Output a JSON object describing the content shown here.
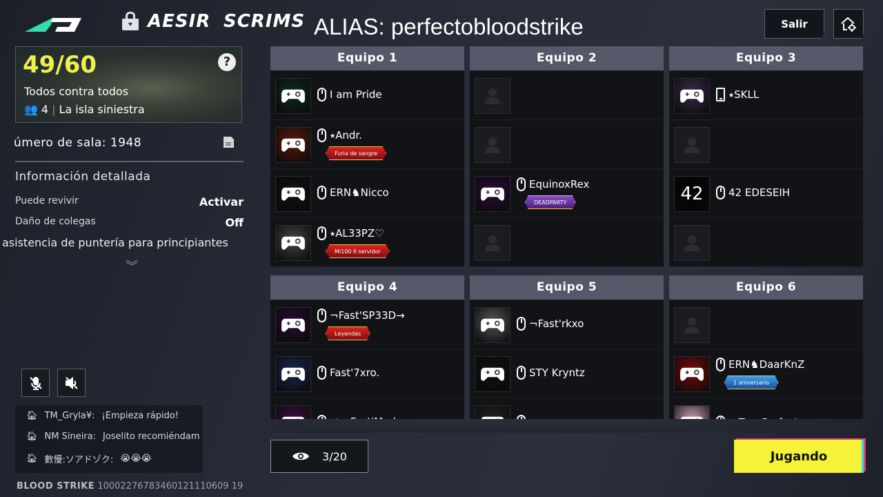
{
  "header": {
    "brand_left": "AESIR",
    "brand_right": "SCRIMS",
    "alias": "ALIAS: perfectobloodstrike",
    "exit_label": "Salir",
    "home_settings_icon": "home-gear-icon"
  },
  "room": {
    "count": "49/60",
    "mode": "Todos contra todos",
    "squad_size": "4",
    "map": "La isla siniestra",
    "number_label": "úmero de sala: 1948"
  },
  "details": {
    "title": "Información detallada",
    "rows": [
      {
        "label": "Puede revivir",
        "value": "Activar"
      },
      {
        "label": "Daño de colegas",
        "value": "Off"
      }
    ],
    "aim_assist": "asistencia de puntería para principiantes"
  },
  "chat": [
    {
      "user": "TM_Gryla¥:",
      "msg": "¡Empieza rápido!"
    },
    {
      "user": "NM Sineira:",
      "msg": "Joselito recomiéndam"
    },
    {
      "user": "數懮:ソアドゾク:",
      "msg": "😭😭😭"
    }
  ],
  "footer": {
    "game": "BLOOD STRIKE",
    "id": "10002276783460121110609 19"
  },
  "spectators": "3/20",
  "status_button": "Jugando",
  "colors": {
    "accent_yellow": "#f5f23a",
    "header_bar": "#545869",
    "logo_teal": "#2ee0b0"
  },
  "teams": [
    {
      "name": "Equipo 1",
      "slots": [
        {
          "name": "I  am  Pride",
          "device": "mouse",
          "bg": "#0d2a22"
        },
        {
          "name": "⭑Andr.",
          "device": "mouse",
          "badge": "Furia de sangre",
          "bg": "#5a1a08"
        },
        {
          "name": "ERN♞Nicco",
          "device": "mouse",
          "bg": "#111"
        },
        {
          "name": "⭑AL33PZ♡",
          "device": "mouse",
          "badge": "Mi100 II servidor",
          "bg": "#444"
        }
      ]
    },
    {
      "name": "Equipo 2",
      "slots": [
        null,
        null,
        {
          "name": "EquinoxRex",
          "device": "mouse",
          "badge": "DEADPARTY",
          "bg": "#2a0a3a"
        },
        null
      ]
    },
    {
      "name": "Equipo 3",
      "slots": [
        {
          "name": "⭑SKLL",
          "device": "phone",
          "bg": "#3a2a4a"
        },
        null,
        {
          "name": "42   EDESEIH",
          "device": "mouse",
          "bg": "#000",
          "logo": "42"
        },
        null
      ]
    },
    {
      "name": "Equipo 4",
      "slots": [
        {
          "name": "¬Fast'SP33D→",
          "device": "mouse",
          "badge": "Leyendas",
          "bg": "#2a0a30"
        },
        {
          "name": "Fast'7xro.",
          "device": "mouse",
          "bg": "#1a2550"
        },
        {
          "name": "✔ ¬Fast'Madara",
          "device": "mouse",
          "bg": "#3a1040"
        }
      ]
    },
    {
      "name": "Equipo 5",
      "slots": [
        {
          "name": "¬Fast'rkxo",
          "device": "mouse",
          "bg": "#555"
        },
        {
          "name": "STY  Kryntz",
          "device": "mouse",
          "bg": "#111"
        },
        {
          "name": "",
          "device": "mouse",
          "bg": "#222"
        }
      ]
    },
    {
      "name": "Equipo 6",
      "slots": [
        null,
        {
          "name": "ERN♞DaarKnZ",
          "device": "mouse",
          "badge": "1 aniversario",
          "bg": "#7a0808"
        },
        {
          "name": "mTw丶Perfecto",
          "device": "mouse",
          "bg": "#c8a0b0"
        }
      ]
    }
  ]
}
